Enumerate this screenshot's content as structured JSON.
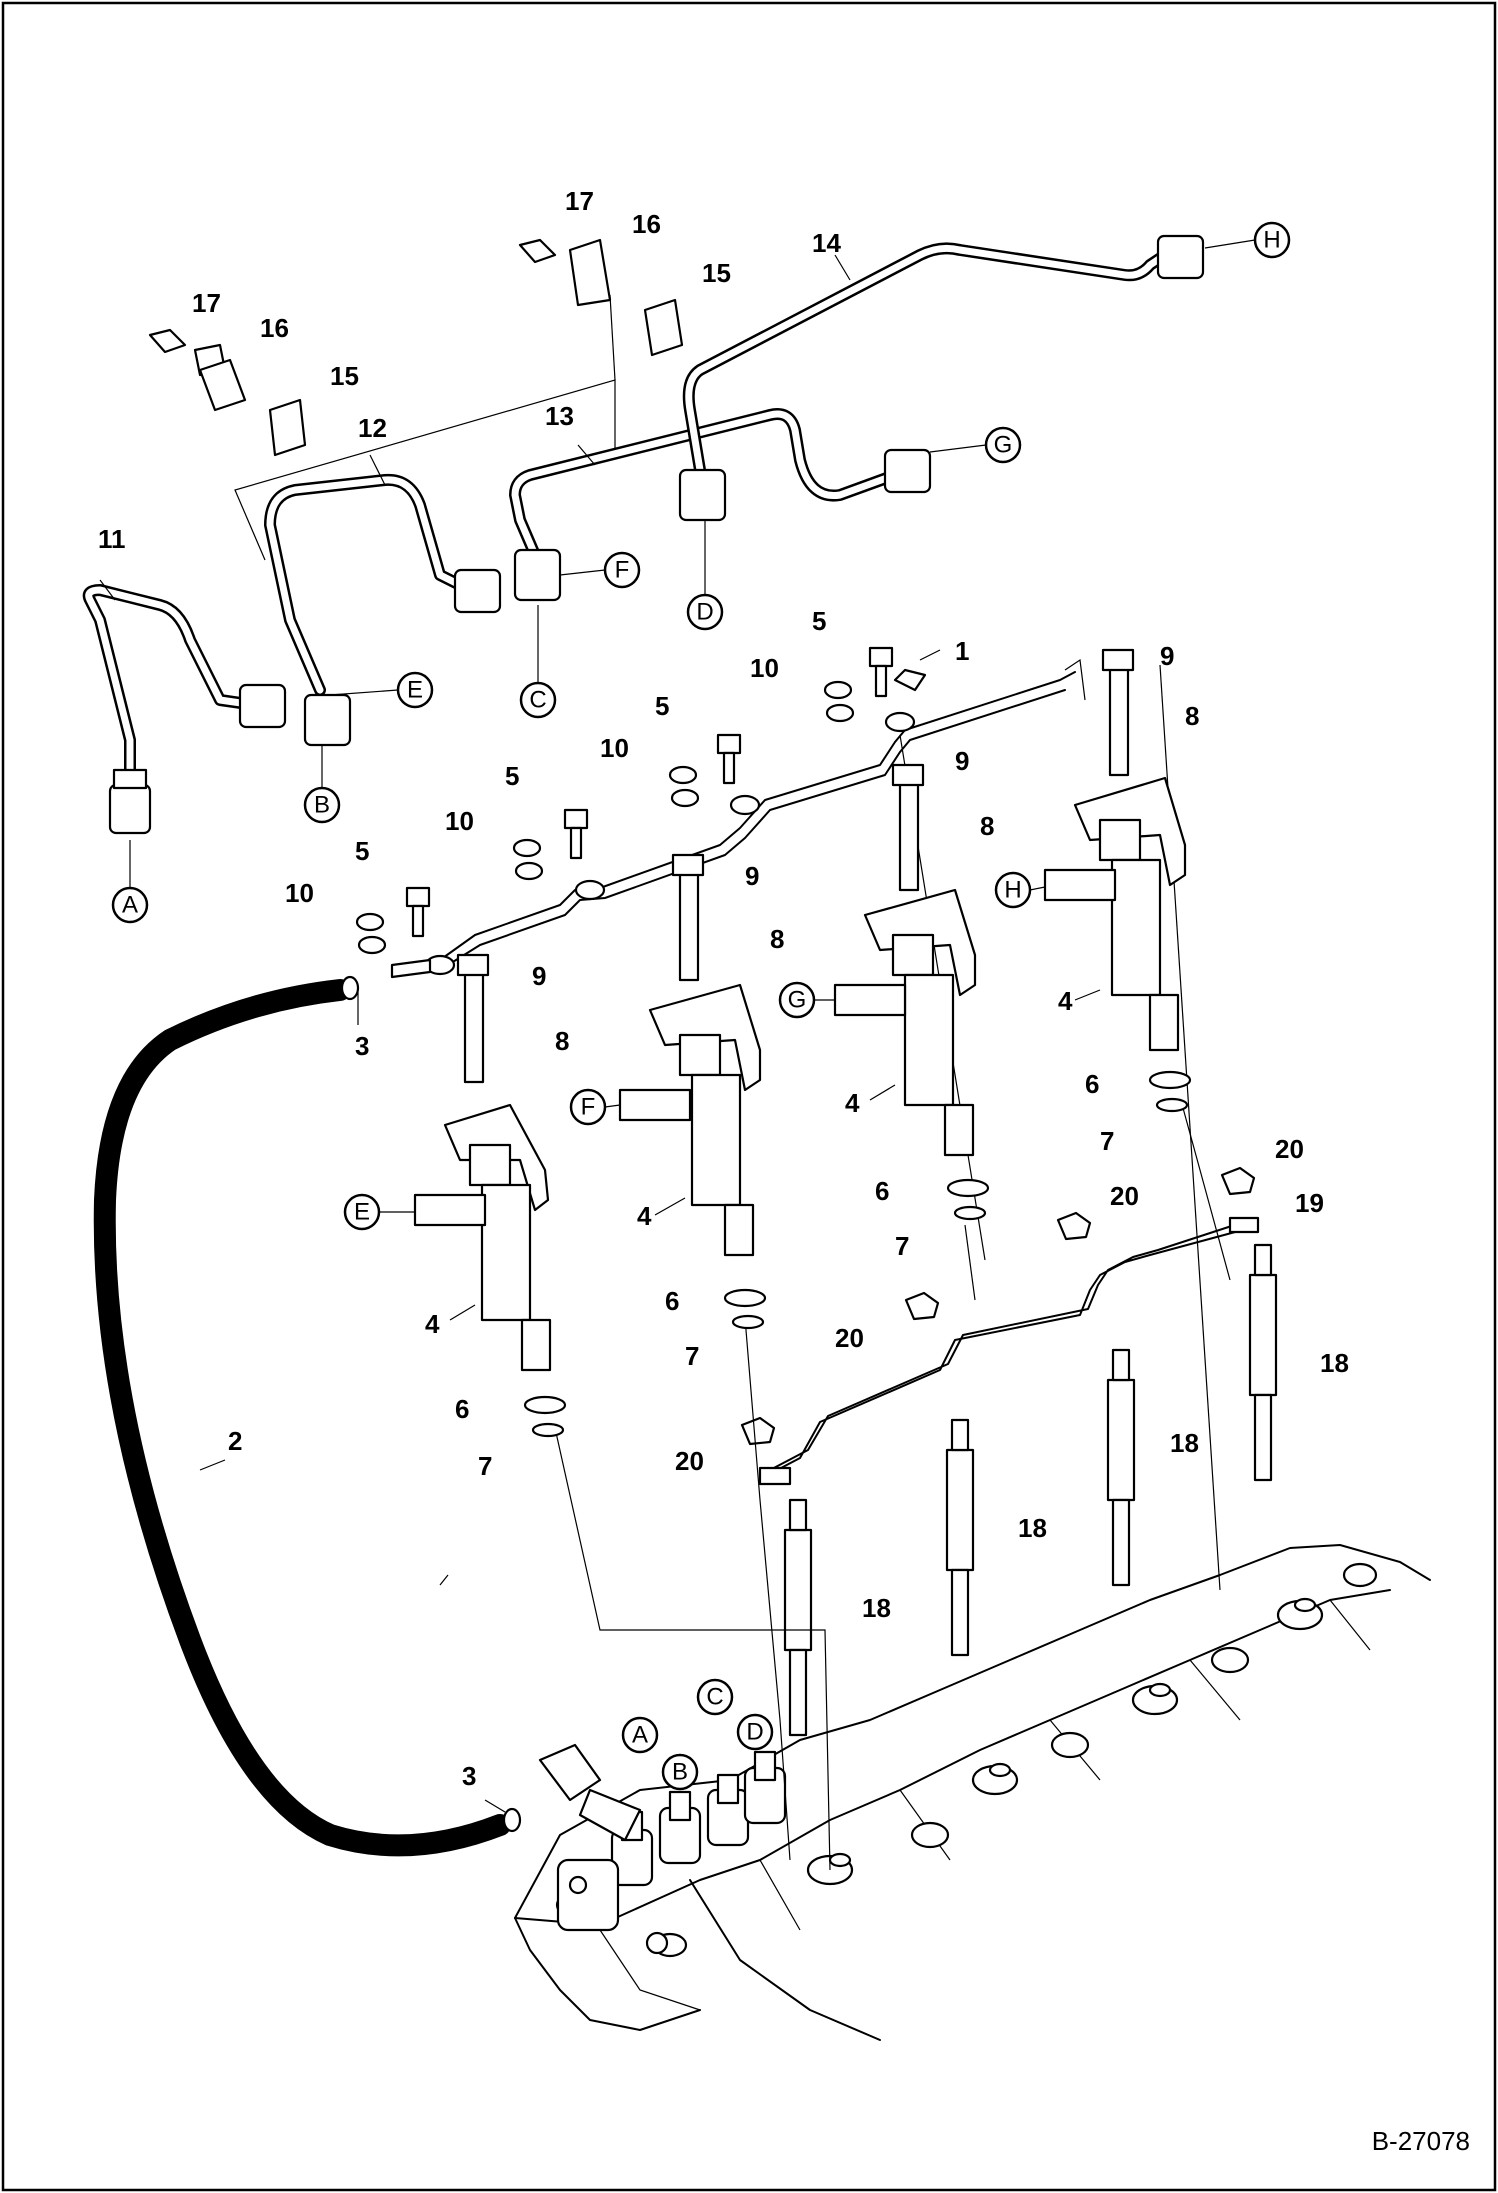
{
  "figure_code": "B-27078",
  "part_numbers": {
    "n1": "1",
    "n2": "2",
    "n3": "3",
    "n4": "4",
    "n5": "5",
    "n6": "6",
    "n7": "7",
    "n8": "8",
    "n9": "9",
    "n10": "10",
    "n11": "11",
    "n12": "12",
    "n13": "13",
    "n14": "14",
    "n15": "15",
    "n16": "16",
    "n17": "17",
    "n18": "18",
    "n19": "19",
    "n20": "20"
  },
  "connectors": {
    "a": "A",
    "b": "B",
    "c": "C",
    "d": "D",
    "e": "E",
    "f": "F",
    "g": "G",
    "h": "H"
  }
}
